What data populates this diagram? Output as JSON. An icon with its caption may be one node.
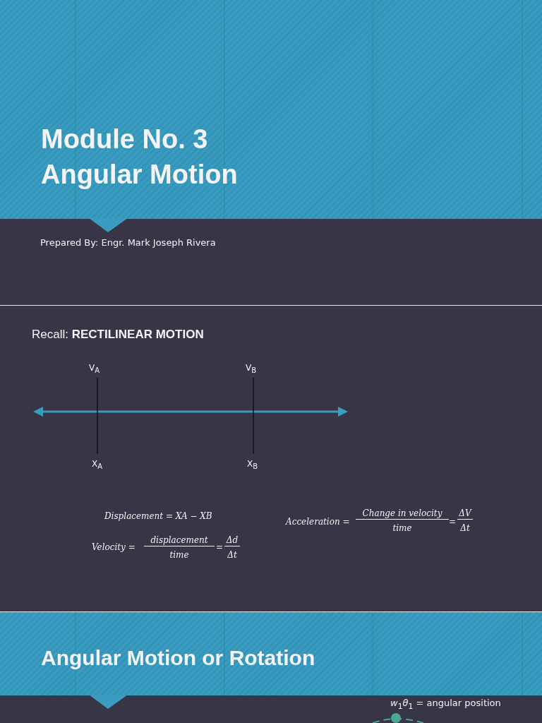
{
  "diagram": {
    "labels": [
      "Module No. 3",
      "Angular Motion",
      "Prepared By: Engr. Mark Joseph Rivera",
      "Recall: **RECTILINEAR MOTION**",
      "V$_{A}$",
      "V$_{B}$",
      "X$_{A}$",
      "X$_{B}$",
      "Displacement = XA − XB",
      "Velocity =",
      "displacement",
      "time",
      "=",
      "Δd",
      "Δt",
      "Acceleration =",
      "Change in velocity",
      "time",
      "=",
      "ΔV",
      "Δt",
      "Angular Motion or Rotation",
      "*w*$_{1}$*θ*$_{1}$ = angular position"
    ]
  }
}
